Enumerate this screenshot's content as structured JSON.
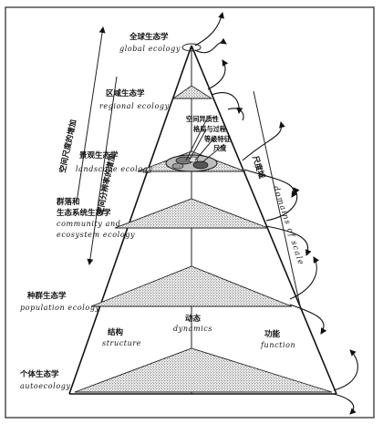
{
  "levels": {
    "global": {
      "zh": "全球生态学",
      "en": "global ecology"
    },
    "regional": {
      "zh": "区域生态学",
      "en": "regional ecology"
    },
    "landscape": {
      "zh": "景观生态学",
      "en": "landscape ecology"
    },
    "community_zh_1": "群落和",
    "community_zh_2": "生态系统生态学",
    "community_en_1": "community and",
    "community_en_2": "ecosystem ecology",
    "population": {
      "zh": "种群生态学",
      "en": "population ecology"
    },
    "auto": {
      "zh": "个体生态学",
      "en": "autoecology"
    }
  },
  "landscape_labels": {
    "heterogeneity": "空间异质性",
    "pattern": "格局与过程",
    "hierarchy": "等级特征",
    "scale": "尺度"
  },
  "base_labels": {
    "structure": {
      "zh": "结构",
      "en": "structure"
    },
    "dynamics": {
      "zh": "动态",
      "en": "dynamics"
    },
    "function": {
      "zh": "功能",
      "en": "function"
    }
  },
  "left_axis": {
    "outer": "空间尺度的增加",
    "inner": "空间分辨率的增加"
  },
  "right_axis": {
    "zh": "尺度域",
    "en": "domains of scale"
  }
}
